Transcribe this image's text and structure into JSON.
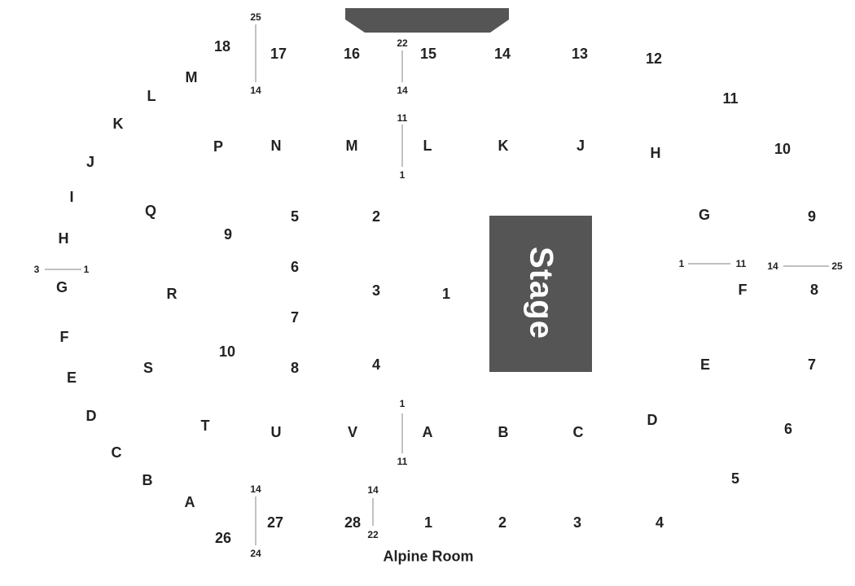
{
  "stage": {
    "label": "Stage"
  },
  "venue_label": "Alpine Room",
  "upper_sections": [
    "18",
    "17",
    "16",
    "15",
    "14",
    "13",
    "12",
    "11",
    "10",
    "9",
    "8",
    "7",
    "6",
    "5",
    "4",
    "3",
    "2",
    "1",
    "28",
    "27",
    "26"
  ],
  "rows_outer_left": [
    "M",
    "L",
    "K",
    "J",
    "I",
    "H",
    "G",
    "F",
    "E",
    "D",
    "C",
    "B",
    "A"
  ],
  "rows_inner_left": [
    "P",
    "Q",
    "R",
    "S",
    "T"
  ],
  "rows_top": [
    "N",
    "M",
    "L",
    "K",
    "J",
    "H",
    "G"
  ],
  "rows_bottom": [
    "U",
    "V",
    "A",
    "B",
    "C",
    "D",
    "E",
    "F"
  ],
  "floor_sections": [
    "9",
    "10",
    "5",
    "6",
    "7",
    "8",
    "2",
    "3",
    "4",
    "1"
  ],
  "seat_numbers": [
    "25",
    "14",
    "22",
    "14",
    "11",
    "1",
    "3",
    "1",
    "1",
    "11",
    "14",
    "25",
    "1",
    "11",
    "14",
    "24",
    "14",
    "22"
  ]
}
